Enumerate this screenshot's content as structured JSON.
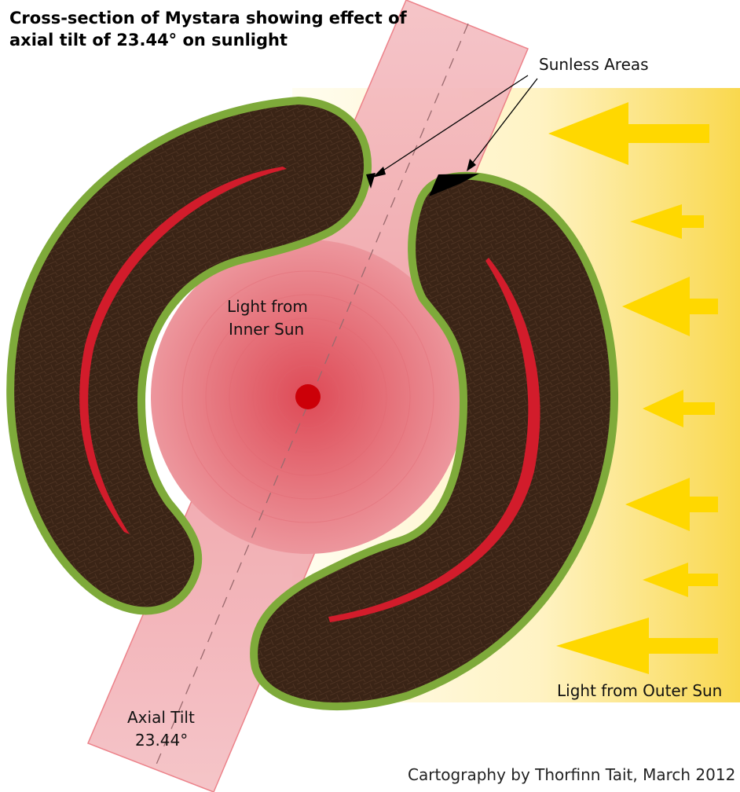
{
  "title": {
    "line1": "Cross-section of Mystara showing effect of",
    "line2": "axial tilt of 23.44° on sunlight"
  },
  "labels": {
    "sunless_areas": "Sunless Areas",
    "inner_sun_line1": "Light from",
    "inner_sun_line2": "Inner Sun",
    "outer_sun": "Light from Outer Sun",
    "axial_tilt_line1": "Axial Tilt",
    "axial_tilt_line2": "23.44°"
  },
  "credit": "Cartography by Thorfinn Tait, March 2012",
  "colors": {
    "crust": "#3a2416",
    "surface": "#7eaa3a",
    "inner_world_lines": "#d21c2b",
    "inner_light": "#e8737c",
    "inner_sun": "#cc0008",
    "outer_light": "#f7d64a",
    "arrows": "#ffd800",
    "beam": "#f3b6bc",
    "beam_edge": "#ec7c84"
  },
  "axial_tilt_degrees": 23.44
}
